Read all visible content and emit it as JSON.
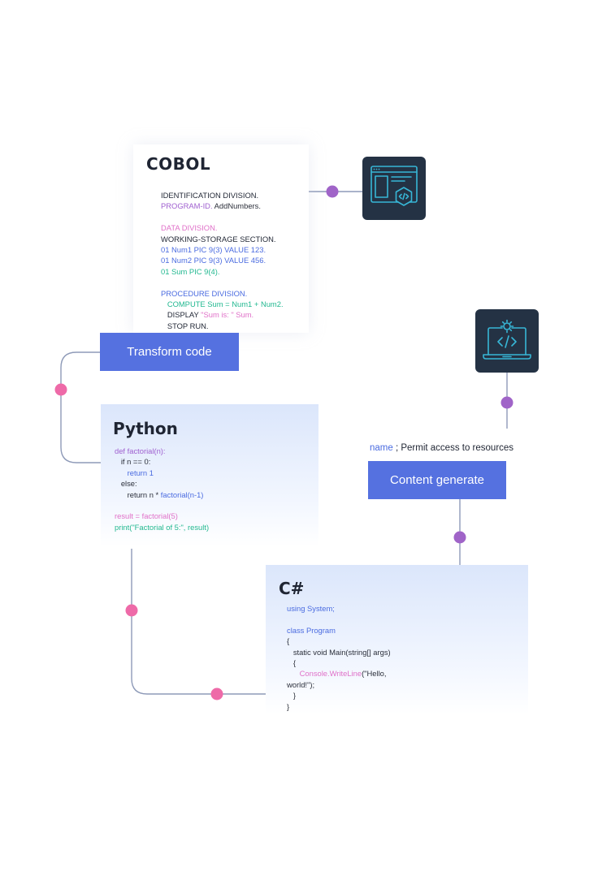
{
  "cobol": {
    "title": "COBOL",
    "lines": [
      {
        "text": "IDENTIFICATION DIVISION.",
        "tone": "kw"
      },
      {
        "text": "PROGRAM-ID.",
        "tone": "violet",
        "rest": " AddNumbers."
      },
      {
        "text": " ",
        "tone": "plain"
      },
      {
        "text": "DATA DIVISION.",
        "tone": "pink"
      },
      {
        "text": "WORKING-STORAGE SECTION.",
        "tone": "kw"
      },
      {
        "text": "01 Num1 PIC 9(3) VALUE 123.",
        "tone": "blue"
      },
      {
        "text": "01 Num2 PIC 9(3) VALUE 456.",
        "tone": "blue"
      },
      {
        "text": "01 Sum PIC 9(4).",
        "tone": "green"
      },
      {
        "text": " ",
        "tone": "plain"
      },
      {
        "text": "PROCEDURE DIVISION.",
        "tone": "blue"
      },
      {
        "text": "   COMPUTE Sum = Num1 + Num2.",
        "tone": "green"
      },
      {
        "text": "   DISPLAY ",
        "tone": "kw",
        "rest_tone": "pink",
        "rest": "\"Sum is: \" Sum."
      },
      {
        "text": "   STOP RUN.",
        "tone": "kw"
      }
    ]
  },
  "python": {
    "title": "Python",
    "lines": [
      {
        "text": "def factorial(n):",
        "tone": "violet"
      },
      {
        "text": "   if n == 0:",
        "tone": "plain"
      },
      {
        "text": "      return 1",
        "tone": "blue"
      },
      {
        "text": "   else:",
        "tone": "plain"
      },
      {
        "text": "      return n * ",
        "tone": "plain",
        "rest_tone": "blue",
        "rest": "factorial(n-1)"
      },
      {
        "text": " ",
        "tone": "plain"
      },
      {
        "text": "result = factorial(5)",
        "tone": "pink"
      },
      {
        "text": "print(\"Factorial of 5:\", result)",
        "tone": "green"
      }
    ]
  },
  "csharp": {
    "title": "C#",
    "lines": [
      {
        "text": "using System;",
        "tone": "blue"
      },
      {
        "text": " ",
        "tone": "plain"
      },
      {
        "text": "class Program",
        "tone": "blue"
      },
      {
        "text": "{",
        "tone": "plain"
      },
      {
        "text": "   static void Main(string[] args)",
        "tone": "plain"
      },
      {
        "text": "   {",
        "tone": "plain"
      },
      {
        "text": "      Console.WriteLine",
        "tone": "pink",
        "rest_tone": "plain",
        "rest": "(\"Hello,"
      },
      {
        "text": "world!\");",
        "tone": "plain"
      },
      {
        "text": "   }",
        "tone": "plain"
      },
      {
        "text": "}",
        "tone": "plain"
      }
    ]
  },
  "buttons": {
    "transform": "Transform code",
    "content": "Content generate"
  },
  "note": {
    "key": "name",
    "text": " ; Permit access to resources"
  },
  "icons": {
    "top_tile": "code-window-icon",
    "right_tile": "laptop-code-icon"
  },
  "colors": {
    "button": "#5571e0",
    "tile": "#243244",
    "accent_cyan": "#37b6d6",
    "dot_violet": "#a064c8",
    "dot_pink": "#ee6aa8",
    "line": "#8e9ab8"
  }
}
